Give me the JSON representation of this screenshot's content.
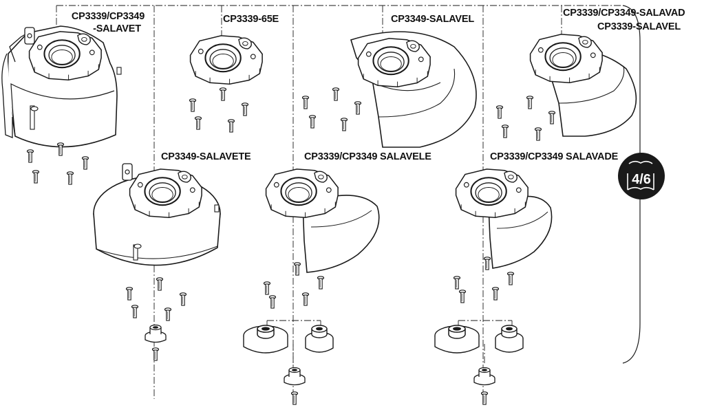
{
  "labels": {
    "l1a": "CP3339/CP3349",
    "l1b": "-SALAVET",
    "l2": "CP3339-65E",
    "l3": "CP3349-SALAVEL",
    "l4a": "CP3339/CP3349-SALAVAD",
    "l4b": "CP3339-SALAVEL",
    "l5": "CP3349-SALAVETE",
    "l6": "CP3339/CP3349 SALAVELE",
    "l7": "CP3339/CP3349 SALAVADE"
  },
  "badge": {
    "text": "4/6",
    "icon": "book-icon"
  },
  "colors": {
    "line": "#1a1a1a",
    "badge_bg": "#1a1a1a",
    "badge_fg": "#ffffff",
    "paper": "#ffffff"
  }
}
